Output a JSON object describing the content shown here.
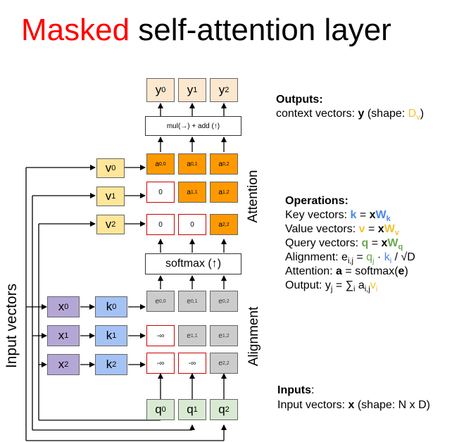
{
  "title": {
    "highlight": "Masked",
    "rest": " self-attention layer"
  },
  "labels": {
    "attention": "Attention",
    "alignment": "Alignment",
    "input_vectors": "Input vectors"
  },
  "ops": {
    "mul_add": "mul(→) + add (↑)",
    "softmax": "softmax (↑)"
  },
  "outputs_heading": "Outputs:",
  "outputs_line": {
    "prefix": "context vectors: ",
    "bold": "y",
    "mid": " (shape: ",
    "D": "D",
    "sub": "v",
    "suffix": ")"
  },
  "operations_heading": "Operations:",
  "operations": [
    {
      "prefix": "Key vectors: ",
      "colored": "k",
      "eq": " = ",
      "x": "x",
      "W": "W",
      "sub": "k"
    },
    {
      "prefix": "Value vectors: ",
      "colored": "v",
      "eq": " = ",
      "x": "x",
      "W": "W",
      "sub": "v"
    },
    {
      "prefix": "Query vectors: ",
      "colored": "q",
      "eq": " = ",
      "x": "x",
      "W": "W",
      "sub": "q"
    }
  ],
  "alignment_line": {
    "prefix": "Alignment: e",
    "sub1": "i,j",
    "eq": " = ",
    "q": "q",
    "qsub": "j",
    "dot": " · ",
    "k": "k",
    "ksub": "i",
    "suffix": " / √D"
  },
  "attention_line": {
    "prefix": "Attention: ",
    "a": "a",
    "mid": " = softmax(",
    "e": "e",
    "suffix": ")"
  },
  "output_line": {
    "prefix": "Output: y",
    "sub1": "j",
    "eq": " = ∑",
    "sub2": "i",
    "a": " a",
    "asub": "i,j",
    "v": "v",
    "vsub": "i"
  },
  "inputs_heading": "Inputs",
  "inputs_colon": ":",
  "inputs_line": {
    "prefix": "Input vectors: ",
    "bold": "x",
    "suffix": " (shape: N x D)"
  },
  "y_cells": [
    {
      "b": "y",
      "s": "0"
    },
    {
      "b": "y",
      "s": "1"
    },
    {
      "b": "y",
      "s": "2"
    }
  ],
  "v_cells": [
    {
      "b": "v",
      "s": "0"
    },
    {
      "b": "v",
      "s": "1"
    },
    {
      "b": "v",
      "s": "2"
    }
  ],
  "x_cells": [
    {
      "b": "x",
      "s": "0"
    },
    {
      "b": "x",
      "s": "1"
    },
    {
      "b": "x",
      "s": "2"
    }
  ],
  "k_cells": [
    {
      "b": "k",
      "s": "0"
    },
    {
      "b": "k",
      "s": "1"
    },
    {
      "b": "k",
      "s": "2"
    }
  ],
  "q_cells": [
    {
      "b": "q",
      "s": "0"
    },
    {
      "b": "q",
      "s": "1"
    },
    {
      "b": "q",
      "s": "2"
    }
  ],
  "attention_matrix": [
    [
      {
        "b": "a",
        "s": "0,0"
      },
      {
        "b": "a",
        "s": "0,1"
      },
      {
        "b": "a",
        "s": "0,2"
      }
    ],
    [
      {
        "b": "0",
        "s": ""
      },
      {
        "b": "a",
        "s": "1,1"
      },
      {
        "b": "a",
        "s": "1,2"
      }
    ],
    [
      {
        "b": "0",
        "s": ""
      },
      {
        "b": "0",
        "s": ""
      },
      {
        "b": "a",
        "s": "2,2"
      }
    ]
  ],
  "alignment_matrix": [
    [
      {
        "b": "e",
        "s": "0,0"
      },
      {
        "b": "e",
        "s": "0,1"
      },
      {
        "b": "e",
        "s": "0,2"
      }
    ],
    [
      {
        "b": "-∞",
        "s": ""
      },
      {
        "b": "e",
        "s": "1,1"
      },
      {
        "b": "e",
        "s": "1,2"
      }
    ],
    [
      {
        "b": "-∞",
        "s": ""
      },
      {
        "b": "-∞",
        "s": ""
      },
      {
        "b": "e",
        "s": "2,2"
      }
    ]
  ]
}
